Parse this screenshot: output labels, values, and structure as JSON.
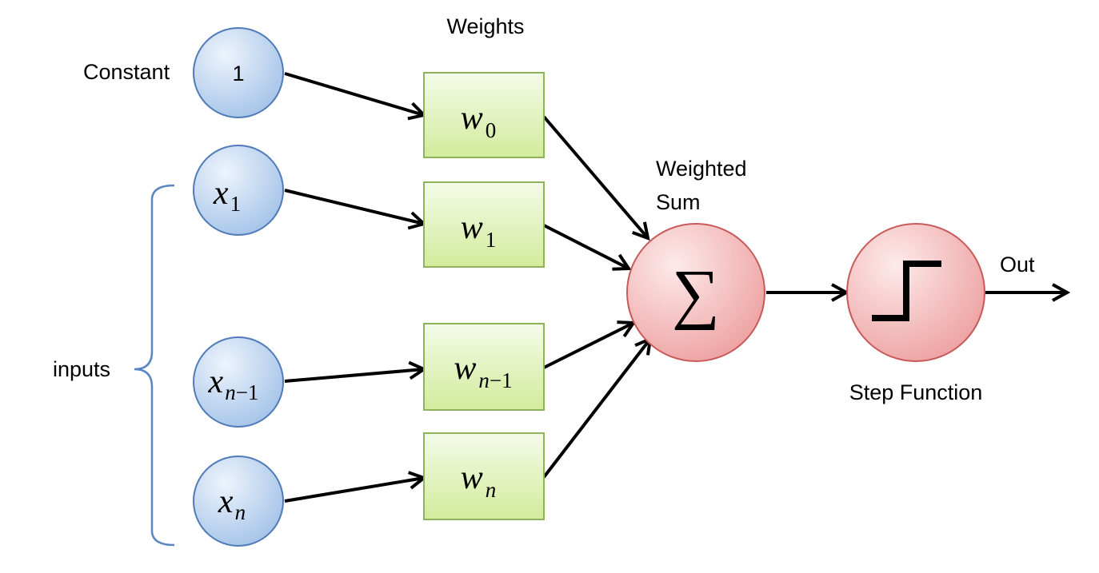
{
  "labels": {
    "weights": "Weights",
    "constant": "Constant",
    "weighted_sum_line1": "Weighted",
    "weighted_sum_line2": "Sum",
    "out": "Out",
    "step_function": "Step Function",
    "inputs": "inputs"
  },
  "input_nodes": [
    {
      "text": "1"
    },
    {
      "base": "x",
      "sub": "1"
    },
    {
      "base": "x",
      "sub_italic": "n",
      "sub_rest": "−1"
    },
    {
      "base": "x",
      "sub_italic": "n",
      "sub_rest": ""
    }
  ],
  "weight_nodes": [
    {
      "base": "w",
      "sub": "0"
    },
    {
      "base": "w",
      "sub": "1"
    },
    {
      "base": "w",
      "sub_italic": "n",
      "sub_rest": "−1"
    },
    {
      "base": "w",
      "sub_italic": "n",
      "sub_rest": ""
    }
  ],
  "sum_symbol": "∑",
  "colors": {
    "input_fill_light": "#e9f1fb",
    "input_fill_dark": "#a9c6ea",
    "weight_fill_light": "#f3fbe6",
    "weight_fill_dark": "#d4ec9f",
    "neuron_fill_light": "#fde8e8",
    "neuron_fill_dark": "#f0a5a5"
  },
  "icons": {
    "step": "step-function-icon"
  }
}
